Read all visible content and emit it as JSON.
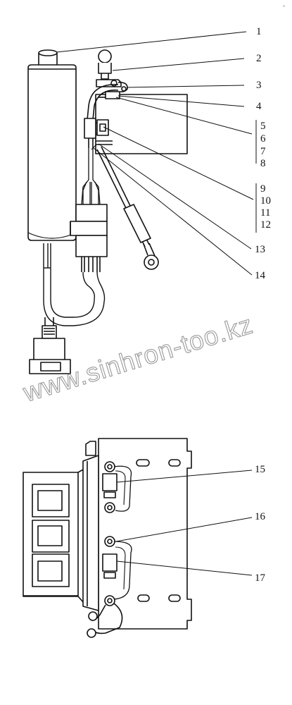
{
  "corner_mark": "a",
  "watermark": "www.sinhron-too.kz",
  "callouts": {
    "c1": "1",
    "c2": "2",
    "c3": "3",
    "c4": "4",
    "c5": "5",
    "c6": "6",
    "c7": "7",
    "c8": "8",
    "c9": "9",
    "c10": "10",
    "c11": "11",
    "c12": "12",
    "c13": "13",
    "c14": "14",
    "c15": "15",
    "c16": "16",
    "c17": "17"
  }
}
